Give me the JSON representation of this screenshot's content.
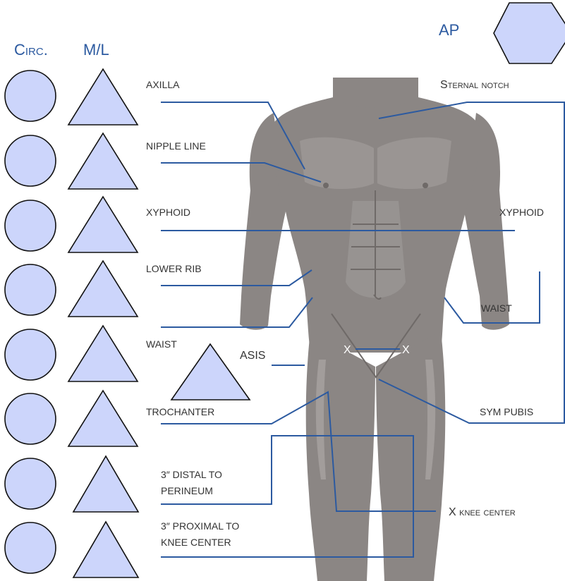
{
  "colors": {
    "line": "#2c5aa0",
    "shape_fill": "#ccd5fb",
    "shape_stroke": "#111111",
    "header_text": "#2c5aa0",
    "label_text": "#333333",
    "body_fill": "#8b8684",
    "body_dark": "#6f6a68",
    "body_light": "#a7a3a1"
  },
  "headers": {
    "circ": "Circ.",
    "ml": "M/L",
    "ap": "AP"
  },
  "labels": {
    "axilla": "AXILLA",
    "nipple_line": "NIPPLE LINE",
    "xyphoid_left": "XYPHOID",
    "lower_rib": "LOWER RIB",
    "waist_left": "WAIST",
    "asis": "ASIS",
    "trochanter": "TROCHANTER",
    "distal_1": "3″ DISTAL TO",
    "distal_2": "PERINEUM",
    "proximal_1": "3″ PROXIMAL TO",
    "proximal_2": "KNEE CENTER",
    "sternal_notch": "Sternal notch",
    "xyphoid_right": "XYPHOID",
    "waist_right": "WAIST",
    "sym_pubis": "SYM PUBIS",
    "knee_center": "X knee center"
  },
  "markers": {
    "asis_left": "X",
    "asis_right": "X"
  },
  "icons": {
    "circle": "circ-measure-shape",
    "triangle": "ml-measure-shape",
    "hexagon": "ap-measure-shape",
    "figure": "human-torso-figure"
  }
}
